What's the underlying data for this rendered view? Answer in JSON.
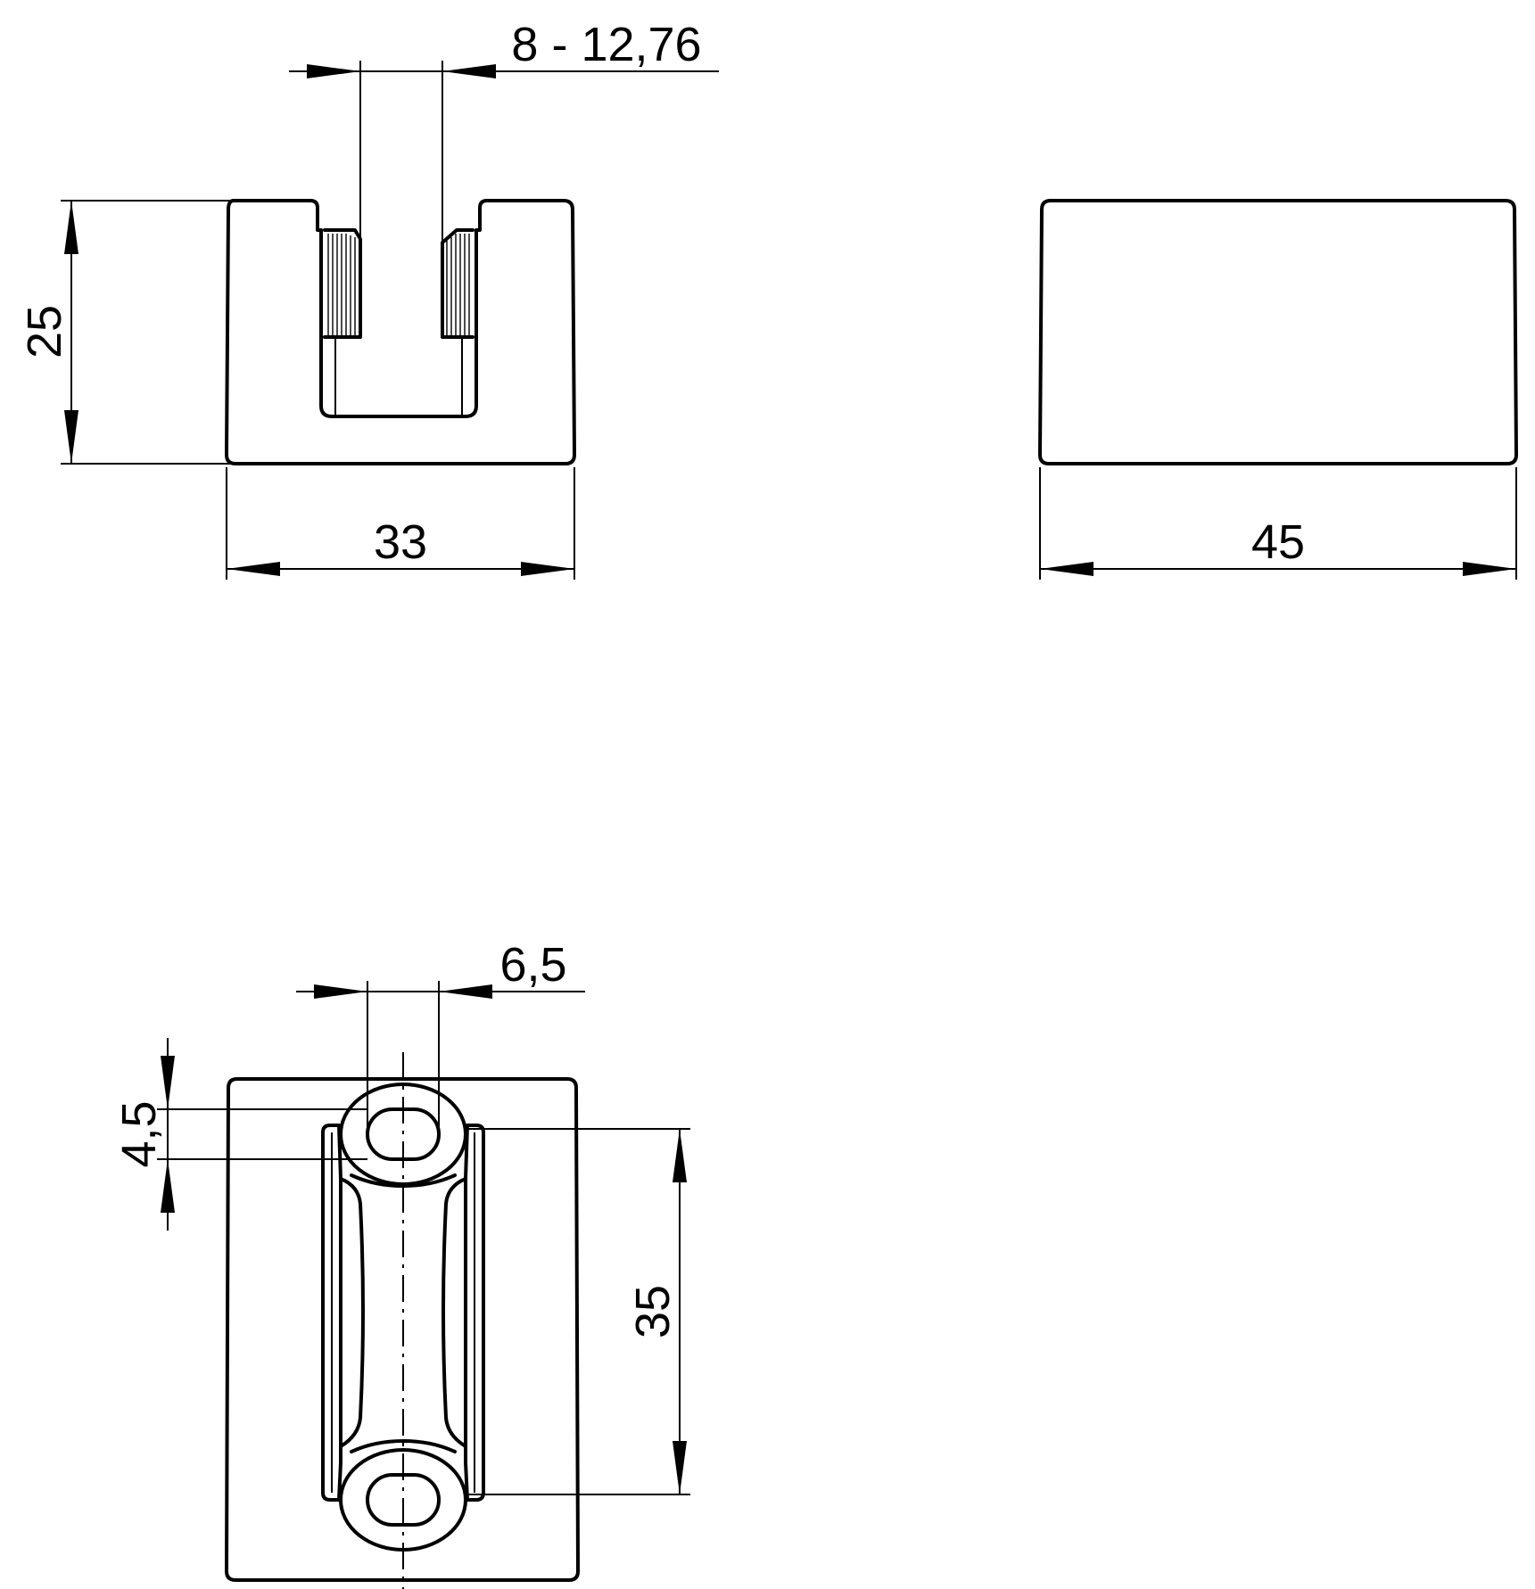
{
  "dimensions": {
    "slot_width": "8 - 12,76",
    "height": "25",
    "width_front": "33",
    "length_side": "45",
    "hole_spacing_x": "6,5",
    "hole_width": "4,5",
    "hole_spacing_y": "35"
  }
}
